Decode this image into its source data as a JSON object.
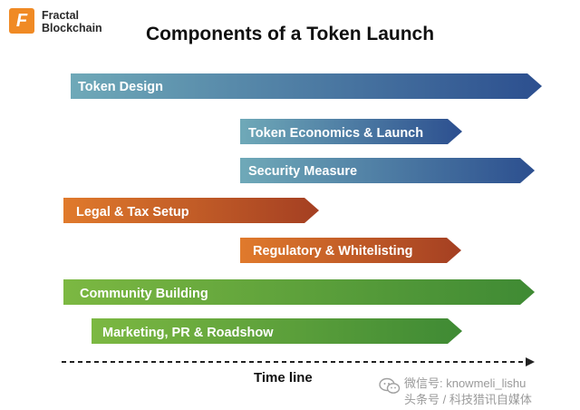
{
  "logo": {
    "mark": "F",
    "line1": "Fractal",
    "line2": "Blockchain"
  },
  "title": "Components of a Token Launch",
  "bars": [
    {
      "label": "Token Design",
      "color_start": "#6fa9b8",
      "color_end": "#2c4f8f"
    },
    {
      "label": "Token Economics & Launch",
      "color_start": "#6fa9b8",
      "color_end": "#2c4f8f"
    },
    {
      "label": "Security Measure",
      "color_start": "#6fa9b8",
      "color_end": "#2c4f8f"
    },
    {
      "label": "Legal & Tax Setup",
      "color_start": "#e07a2c",
      "color_end": "#a43f22"
    },
    {
      "label": "Regulatory & Whitelisting",
      "color_start": "#e07a2c",
      "color_end": "#a43f22"
    },
    {
      "label": "Community Building",
      "color_start": "#7cb842",
      "color_end": "#3f8a34"
    },
    {
      "label": "Marketing, PR & Roadshow",
      "color_start": "#7cb842",
      "color_end": "#3f8a34"
    }
  ],
  "timeline": {
    "label": "Time line"
  },
  "watermark": {
    "line1": "微信号: knowmeli_lishu",
    "line2": "头条号 / 科技猎讯自媒体"
  }
}
